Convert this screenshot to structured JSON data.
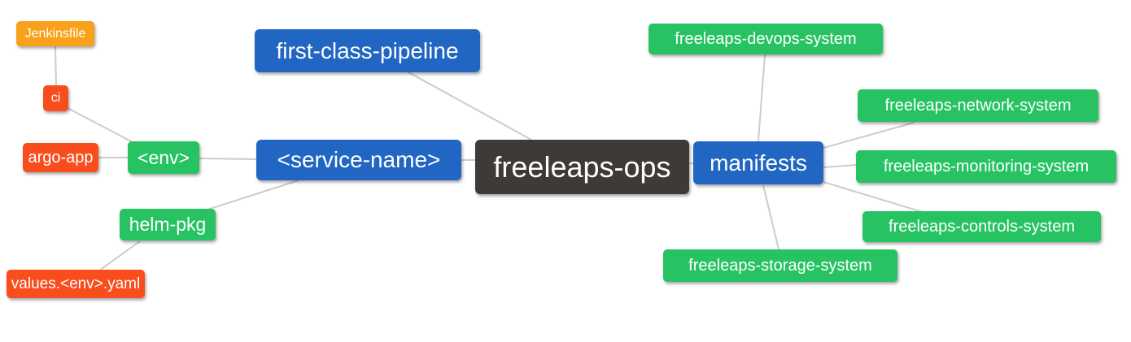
{
  "diagram": {
    "kind": "mindmap",
    "root_label": "freeleaps-ops",
    "colors": {
      "orange": "#F9A11B",
      "red": "#F94D1E",
      "green": "#27C363",
      "blue": "#2066C2",
      "dark": "#3E3A37",
      "edge": "#CCCCCC",
      "text": "#FFFFFF",
      "background": "#FFFFFF"
    },
    "nodes": [
      {
        "id": "freeleaps-ops",
        "label": "freeleaps-ops",
        "color": "dark",
        "role": "root"
      },
      {
        "id": "first-class-pipeline",
        "label": "first-class-pipeline",
        "color": "blue",
        "role": "branch"
      },
      {
        "id": "service-name",
        "label": "<service-name>",
        "color": "blue",
        "role": "branch"
      },
      {
        "id": "manifests",
        "label": "manifests",
        "color": "blue",
        "role": "branch"
      },
      {
        "id": "env",
        "label": "<env>",
        "color": "green",
        "role": "sub-branch"
      },
      {
        "id": "helm-pkg",
        "label": "helm-pkg",
        "color": "green",
        "role": "sub-branch"
      },
      {
        "id": "ci",
        "label": "ci",
        "color": "red",
        "role": "leaf"
      },
      {
        "id": "argo-app",
        "label": "argo-app",
        "color": "red",
        "role": "leaf"
      },
      {
        "id": "jenkinsfile",
        "label": "Jenkinsfile",
        "color": "orange",
        "role": "leaf"
      },
      {
        "id": "values-env-yaml",
        "label": "values.<env>.yaml",
        "color": "red",
        "role": "leaf"
      },
      {
        "id": "freeleaps-devops-system",
        "label": "freeleaps-devops-system",
        "color": "green",
        "role": "sub-branch"
      },
      {
        "id": "freeleaps-network-system",
        "label": "freeleaps-network-system",
        "color": "green",
        "role": "sub-branch"
      },
      {
        "id": "freeleaps-monitoring-system",
        "label": "freeleaps-monitoring-system",
        "color": "green",
        "role": "sub-branch"
      },
      {
        "id": "freeleaps-controls-system",
        "label": "freeleaps-controls-system",
        "color": "green",
        "role": "sub-branch"
      },
      {
        "id": "freeleaps-storage-system",
        "label": "freeleaps-storage-system",
        "color": "green",
        "role": "sub-branch"
      }
    ],
    "edges": [
      {
        "from": "freeleaps-ops",
        "to": "first-class-pipeline"
      },
      {
        "from": "freeleaps-ops",
        "to": "<service-name>"
      },
      {
        "from": "freeleaps-ops",
        "to": "manifests"
      },
      {
        "from": "<service-name>",
        "to": "<env>"
      },
      {
        "from": "<service-name>",
        "to": "helm-pkg"
      },
      {
        "from": "<env>",
        "to": "ci"
      },
      {
        "from": "<env>",
        "to": "argo-app"
      },
      {
        "from": "ci",
        "to": "Jenkinsfile"
      },
      {
        "from": "helm-pkg",
        "to": "values.<env>.yaml"
      },
      {
        "from": "manifests",
        "to": "freeleaps-devops-system"
      },
      {
        "from": "manifests",
        "to": "freeleaps-network-system"
      },
      {
        "from": "manifests",
        "to": "freeleaps-monitoring-system"
      },
      {
        "from": "manifests",
        "to": "freeleaps-controls-system"
      },
      {
        "from": "manifests",
        "to": "freeleaps-storage-system"
      }
    ]
  }
}
